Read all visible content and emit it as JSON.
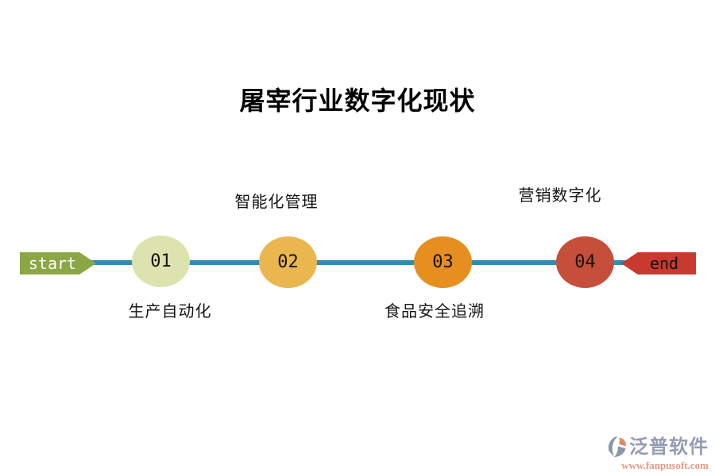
{
  "title": "屠宰行业数字化现状",
  "timeline": {
    "start_label": "start",
    "end_label": "end",
    "line_color": "#2e8cb5",
    "start_tag_color": "#8ba644",
    "end_tag_color": "#c8392f",
    "steps": [
      {
        "number": "01",
        "label": "生产自动化",
        "label_position": "below",
        "color": "#dce3ae"
      },
      {
        "number": "02",
        "label": "智能化管理",
        "label_position": "above",
        "color": "#e9b650"
      },
      {
        "number": "03",
        "label": "食品安全追溯",
        "label_position": "below",
        "color": "#e78e20"
      },
      {
        "number": "04",
        "label": "营销数字化",
        "label_position": "above",
        "color": "#c54f3b"
      }
    ]
  },
  "watermark": {
    "brand": "泛普软件",
    "url": "www.fanpusoft.com",
    "icon": "fanpu-logo-icon",
    "brand_color": "#949cb3",
    "url_color": "#e69a84"
  }
}
